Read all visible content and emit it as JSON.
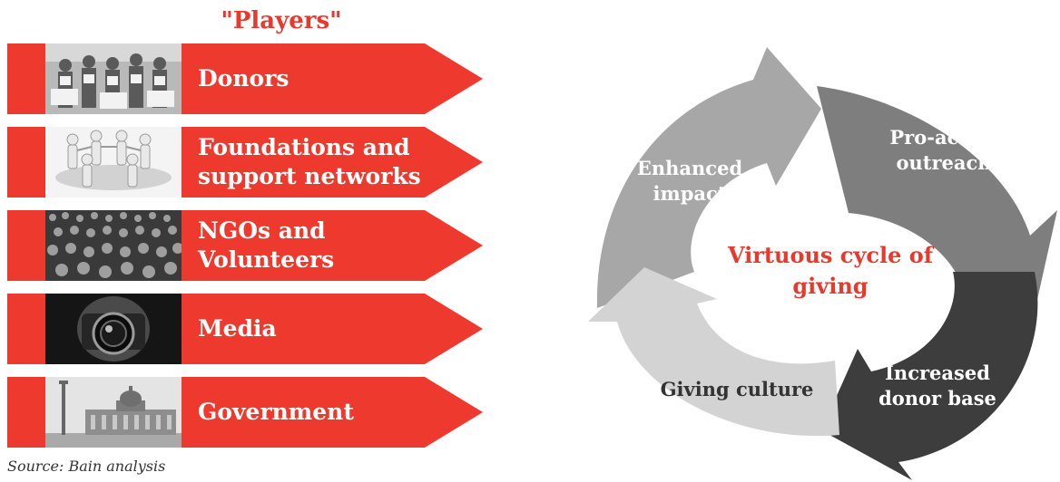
{
  "title": "\"Players\"",
  "players": [
    {
      "label": "Donors",
      "icon": "volunteers-group-photo-icon"
    },
    {
      "label": "Foundations and support networks",
      "icon": "paper-people-circle-icon"
    },
    {
      "label": "NGOs and Volunteers",
      "icon": "crowd-photo-icon"
    },
    {
      "label": "Media",
      "icon": "camera-photographer-icon"
    },
    {
      "label": "Government",
      "icon": "government-building-icon"
    }
  ],
  "source": "Source: Bain analysis",
  "cycle": {
    "center": "Virtuous cycle of giving",
    "segments": [
      {
        "label": "Enhanced impact",
        "color": "#a7a7a7"
      },
      {
        "label": "Pro-active outreach",
        "color": "#7e7e7e"
      },
      {
        "label": "Increased donor base",
        "color": "#3d3d3d"
      },
      {
        "label": "Giving culture",
        "color": "#d3d3d3"
      }
    ]
  },
  "colors": {
    "accent": "#ee3a2e",
    "title": "#e8392d"
  }
}
